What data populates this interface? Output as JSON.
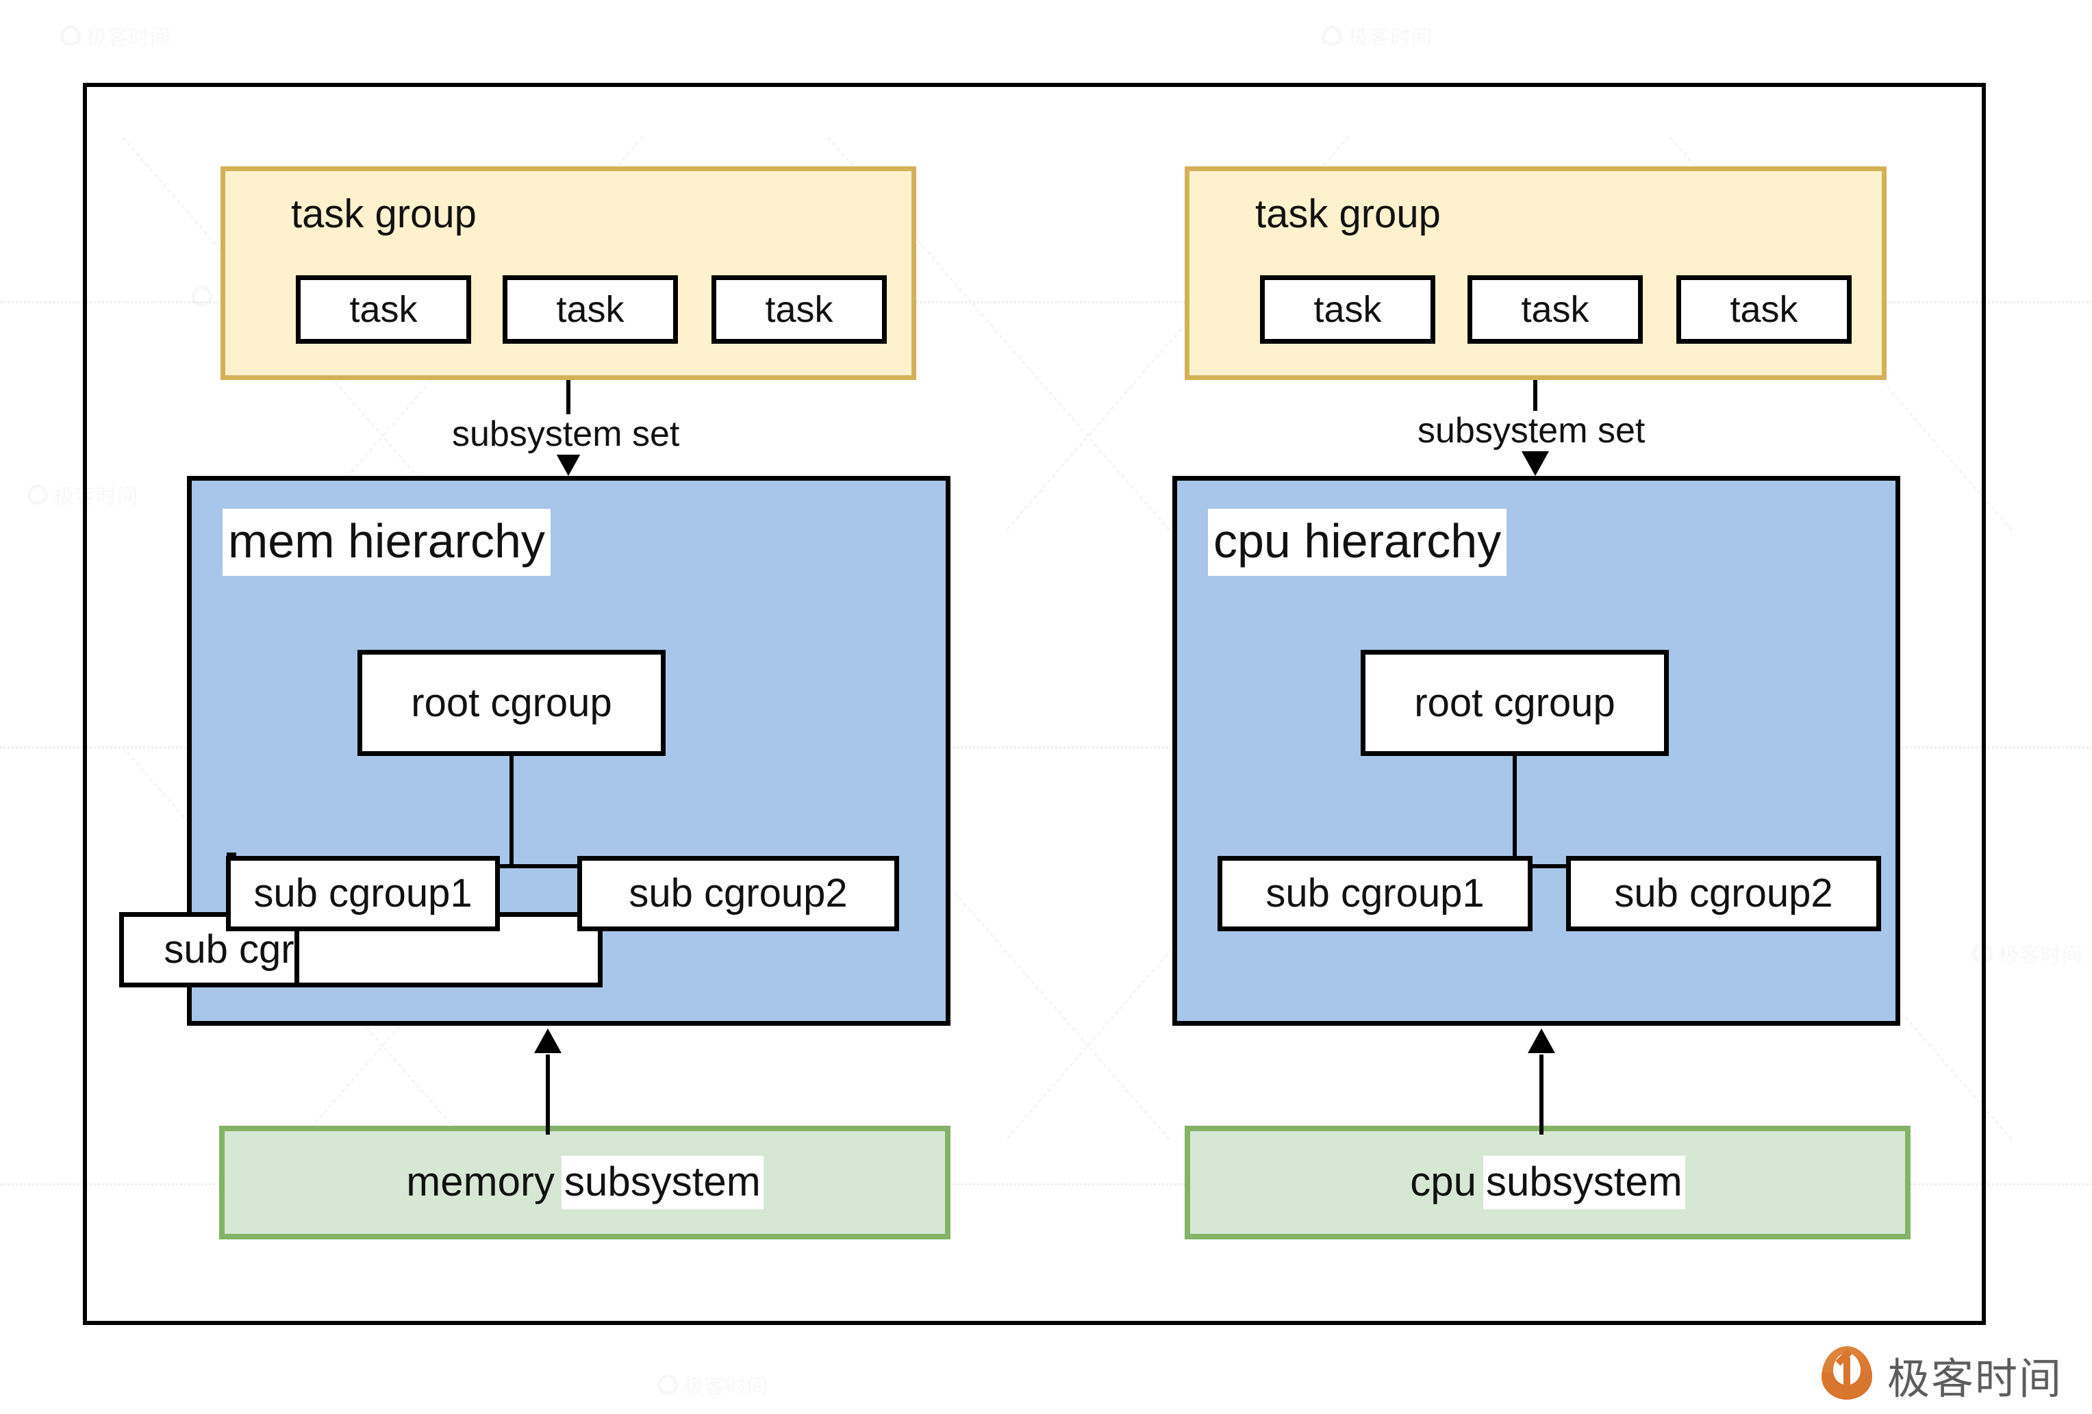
{
  "diagram": {
    "title": "cgroup hierarchy diagram",
    "colors": {
      "task_group_fill": "#fdf2cd",
      "task_group_border": "#d4b158",
      "hierarchy_fill": "#a8c6e9",
      "hierarchy_border": "#000000",
      "subsystem_fill": "#d6e8d4",
      "subsystem_border": "#82b366",
      "node_fill": "#ffffff",
      "node_border": "#000000",
      "brand_orange": "#d9762e",
      "brand_text_gray": "#5d5d5d"
    },
    "panels": [
      {
        "id": "memory",
        "task_group": {
          "title": "task group",
          "tasks": [
            {
              "label": "task"
            },
            {
              "label": "task"
            },
            {
              "label": "task"
            }
          ]
        },
        "edge_label": "subsystem set",
        "hierarchy": {
          "title": "mem hierarchy",
          "root": "root cgroup",
          "children": [
            {
              "label": "sub cgroup1"
            },
            {
              "label": "sub cgroup2"
            }
          ]
        },
        "subsystem": {
          "prefix": "memory",
          "highlight": "subsystem"
        }
      },
      {
        "id": "cpu",
        "task_group": {
          "title": "task group",
          "tasks": [
            {
              "label": "task"
            },
            {
              "label": "task"
            },
            {
              "label": "task"
            }
          ]
        },
        "edge_label": "subsystem set",
        "hierarchy": {
          "title": "cpu hierarchy",
          "root": "root cgroup",
          "children": [
            {
              "label": "sub cgroup1"
            },
            {
              "label": "sub cgroup2"
            }
          ]
        },
        "subsystem": {
          "prefix": "cpu",
          "highlight": "subsystem"
        }
      }
    ]
  },
  "watermark": {
    "text": "极客时间"
  },
  "brand": {
    "text": "极客时间",
    "icon": "geektime-drop-icon"
  }
}
